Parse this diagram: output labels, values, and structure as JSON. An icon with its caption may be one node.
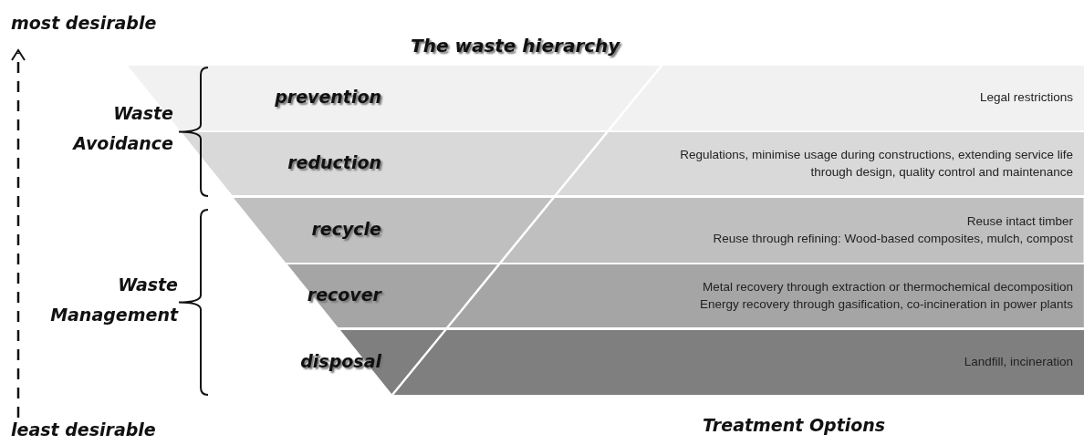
{
  "diagram": {
    "title": "The waste hierarchy",
    "nodes": [
      {
        "text": [
          "prevention",
          "Legal restrictions"
        ]
      },
      {
        "text": [
          "reduction",
          "Regulations, minimise usage during constructions, extending service life through design, quality control and maintenance"
        ]
      },
      {
        "text": [
          "recycle",
          "Reuse intact timber",
          "Reuse through refining: Wood-based composites, mulch, compost"
        ]
      },
      {
        "text": [
          "recover",
          "Metal recovery through extraction or thermochemical decomposition",
          "Energy recovery through gasification, co-incineration in power plants"
        ]
      },
      {
        "text": [
          "disposal",
          "Landfill, incineration"
        ]
      }
    ],
    "edges": [],
    "labels": [
      "most desirable",
      "Waste Avoidance",
      "Waste Management",
      "least desirable",
      "Treatment Options"
    ]
  }
}
